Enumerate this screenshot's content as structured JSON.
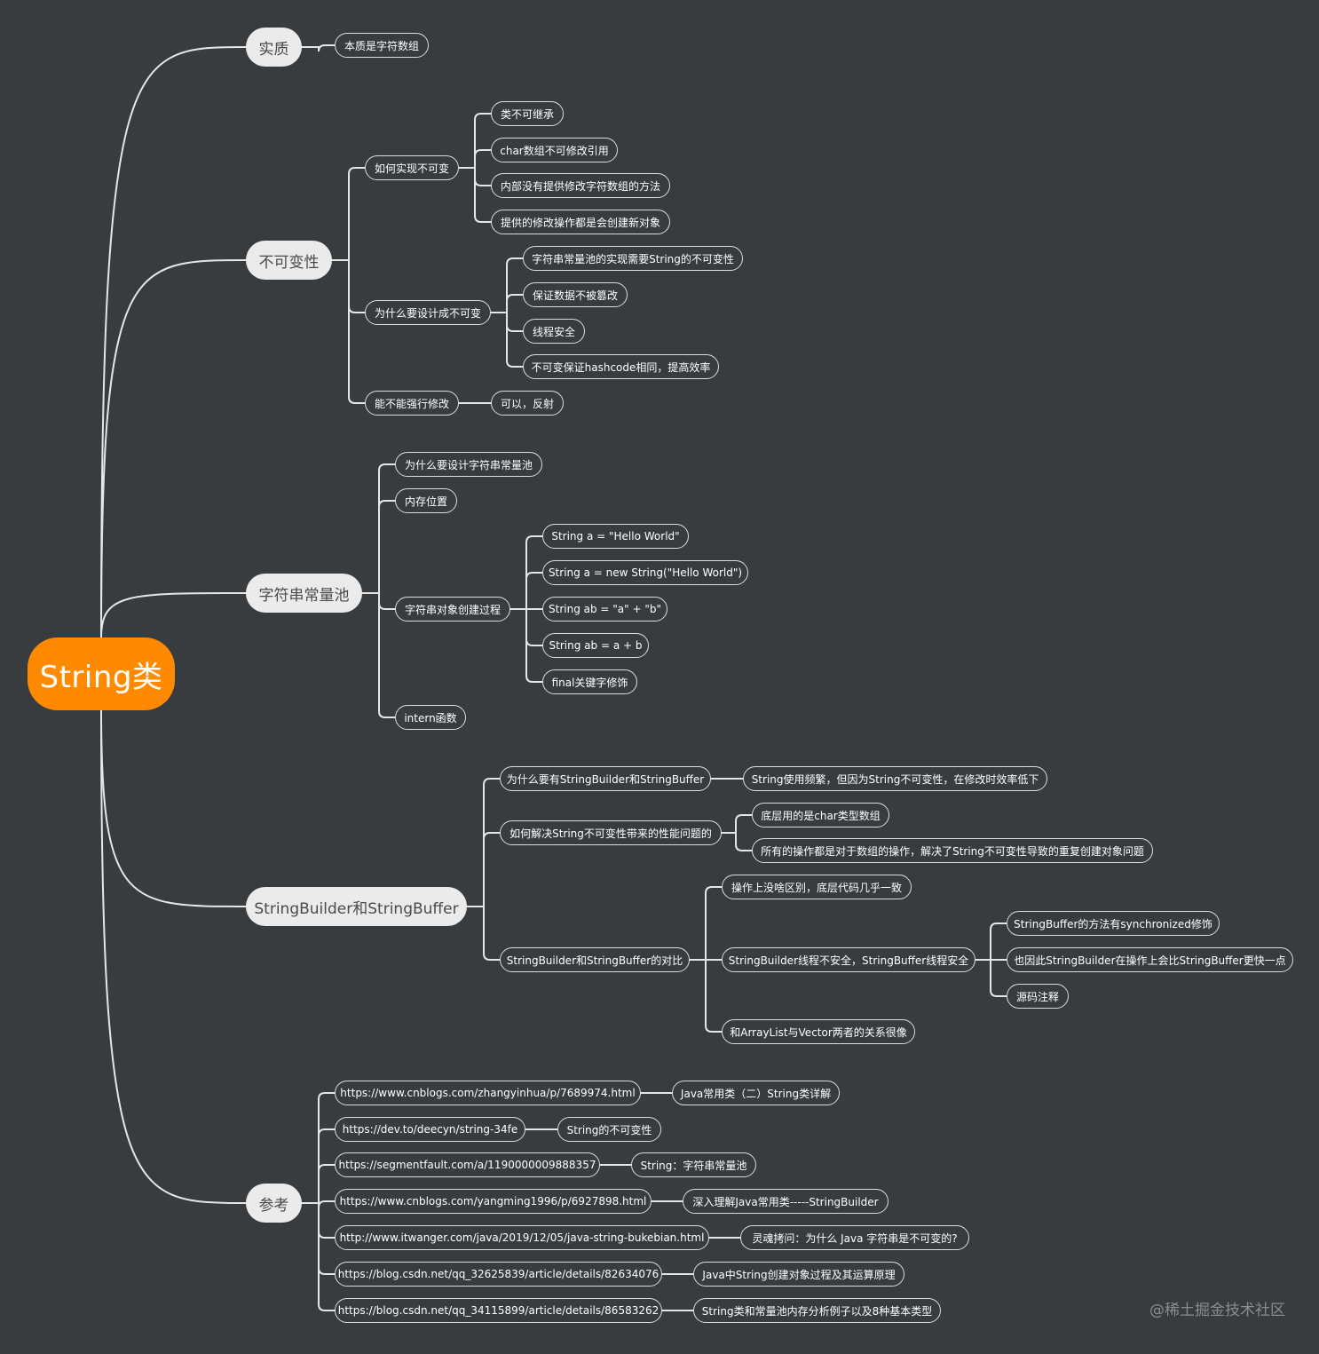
{
  "root": "String类",
  "branches": [
    {
      "label": "实质",
      "children": [
        {
          "label": "本质是字符数组"
        }
      ]
    },
    {
      "label": "不可变性",
      "children": [
        {
          "label": "如何实现不可变",
          "children": [
            {
              "label": "类不可继承"
            },
            {
              "label": "char数组不可修改引用"
            },
            {
              "label": "内部没有提供修改字符数组的方法"
            },
            {
              "label": "提供的修改操作都是会创建新对象"
            }
          ]
        },
        {
          "label": "为什么要设计成不可变",
          "children": [
            {
              "label": "字符串常量池的实现需要String的不可变性"
            },
            {
              "label": "保证数据不被篡改"
            },
            {
              "label": "线程安全"
            },
            {
              "label": "不可变保证hashcode相同，提高效率"
            }
          ]
        },
        {
          "label": "能不能强行修改",
          "children": [
            {
              "label": "可以，反射"
            }
          ]
        }
      ]
    },
    {
      "label": "字符串常量池",
      "children": [
        {
          "label": "为什么要设计字符串常量池"
        },
        {
          "label": "内存位置"
        },
        {
          "label": "字符串对象创建过程",
          "children": [
            {
              "label": "String a = \"Hello World\""
            },
            {
              "label": "String a = new String(\"Hello World\")"
            },
            {
              "label": "String ab = \"a\" + \"b\""
            },
            {
              "label": "String ab = a + b"
            },
            {
              "label": "final关键字修饰"
            }
          ]
        },
        {
          "label": "intern函数"
        }
      ]
    },
    {
      "label": "StringBuilder和StringBuffer",
      "children": [
        {
          "label": "为什么要有StringBuilder和StringBuffer",
          "children": [
            {
              "label": "String使用频繁，但因为String不可变性，在修改时效率低下"
            }
          ]
        },
        {
          "label": "如何解决String不可变性带来的性能问题的",
          "children": [
            {
              "label": "底层用的是char类型数组"
            },
            {
              "label": "所有的操作都是对于数组的操作，解决了String不可变性导致的重复创建对象问题"
            }
          ]
        },
        {
          "label": "StringBuilder和StringBuffer的对比",
          "children": [
            {
              "label": "操作上没啥区别，底层代码几乎一致"
            },
            {
              "label": "StringBuilder线程不安全，StringBuffer线程安全",
              "children": [
                {
                  "label": "StringBuffer的方法有synchronized修饰"
                },
                {
                  "label": "也因此StringBuilder在操作上会比StringBuffer更快一点"
                },
                {
                  "label": "源码注释"
                }
              ]
            },
            {
              "label": "和ArrayList与Vector两者的关系很像"
            }
          ]
        }
      ]
    },
    {
      "label": "参考",
      "children": [
        {
          "label": "https://www.cnblogs.com/zhangyinhua/p/7689974.html",
          "children": [
            {
              "label": "Java常用类（二）String类详解"
            }
          ]
        },
        {
          "label": "https://dev.to/deecyn/string-34fe",
          "children": [
            {
              "label": "String的不可变性"
            }
          ]
        },
        {
          "label": "https://segmentfault.com/a/1190000009888357",
          "children": [
            {
              "label": "String：字符串常量池"
            }
          ]
        },
        {
          "label": "https://www.cnblogs.com/yangming1996/p/6927898.html",
          "children": [
            {
              "label": "深入理解Java常用类-----StringBuilder"
            }
          ]
        },
        {
          "label": "http://www.itwanger.com/java/2019/12/05/java-string-bukebian.html",
          "children": [
            {
              "label": "灵魂拷问：为什么 Java 字符串是不可变的?"
            }
          ]
        },
        {
          "label": "https://blog.csdn.net/qq_32625839/article/details/82634076",
          "children": [
            {
              "label": "Java中String创建对象过程及其运算原理"
            }
          ]
        },
        {
          "label": "https://blog.csdn.net/qq_34115899/article/details/86583262",
          "children": [
            {
              "label": "String类和常量池内存分析例子以及8种基本类型"
            }
          ]
        }
      ]
    }
  ],
  "watermark": "@稀土掘金技术社区"
}
